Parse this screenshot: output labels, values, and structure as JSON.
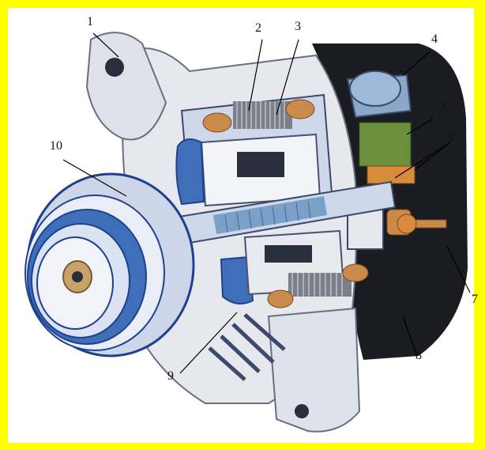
{
  "figure": {
    "labels": [
      "1",
      "2",
      "3",
      "4",
      "5",
      "6",
      "7",
      "8",
      "9",
      "10"
    ]
  },
  "colors": {
    "border": "#ffff00",
    "background": "#ffffff",
    "housing": "#e6e8ee",
    "shadow_blue": "#1f3f8f",
    "dark": "#1b1b22",
    "copper": "#c98a4a",
    "regulator_green": "#6b8f3a",
    "brush_orange": "#d98a3a",
    "winding_blue": "#6aa6d8"
  }
}
